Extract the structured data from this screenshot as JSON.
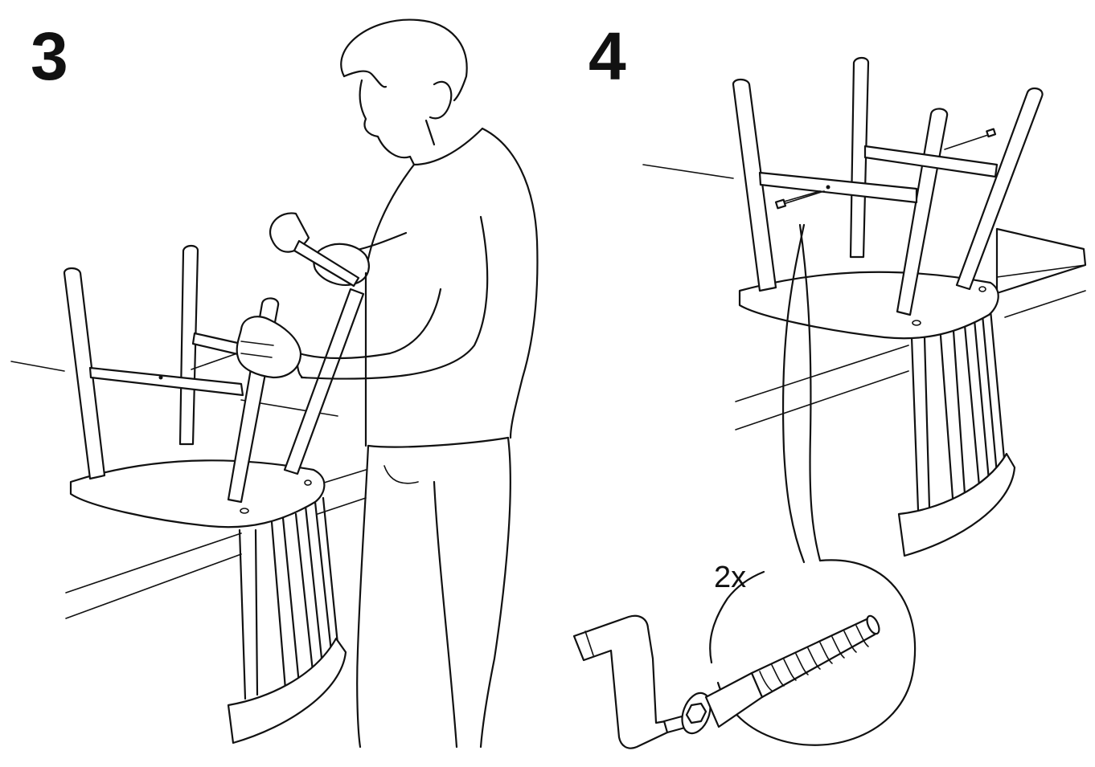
{
  "steps": [
    {
      "number": "3",
      "icon": "mallet-assembly-illustration"
    },
    {
      "number": "4",
      "icon": "screw-assembly-illustration"
    }
  ],
  "detail": {
    "quantity": "2x",
    "parts": [
      "allen-key-icon",
      "bolt-icon"
    ]
  },
  "colors": {
    "line": "#111111",
    "background": "#ffffff"
  }
}
